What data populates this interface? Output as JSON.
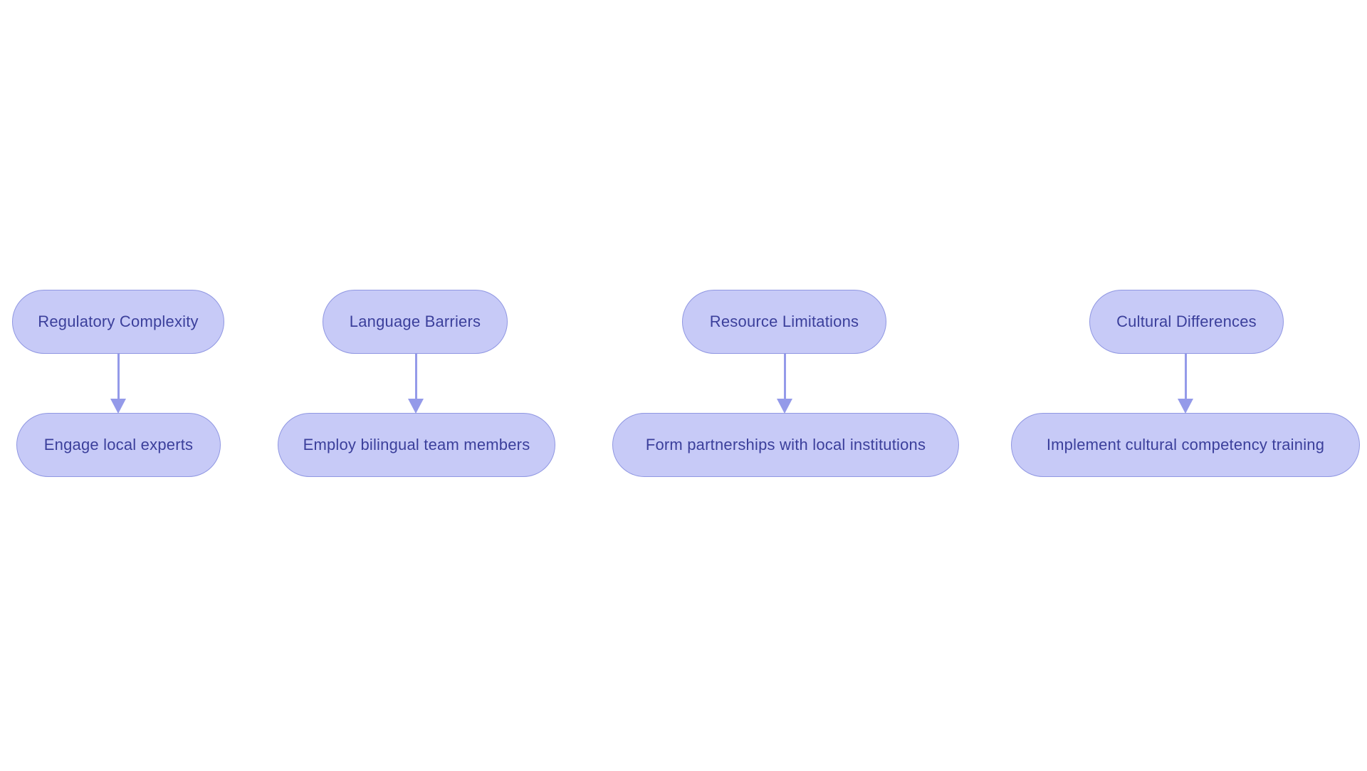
{
  "diagram": {
    "type": "flowchart",
    "direction": "top-down",
    "columns": [
      {
        "challenge": "Regulatory Complexity",
        "solution": "Engage local experts"
      },
      {
        "challenge": "Language Barriers",
        "solution": "Employ bilingual team members"
      },
      {
        "challenge": "Resource Limitations",
        "solution": "Form partnerships with local institutions"
      },
      {
        "challenge": "Cultural Differences",
        "solution": "Implement cultural competency training"
      }
    ],
    "edges": [
      {
        "from": "Regulatory Complexity",
        "to": "Engage local experts"
      },
      {
        "from": "Language Barriers",
        "to": "Employ bilingual team members"
      },
      {
        "from": "Resource Limitations",
        "to": "Form partnerships with local institutions"
      },
      {
        "from": "Cultural Differences",
        "to": "Implement cultural competency training"
      }
    ]
  },
  "theme": {
    "node_fill": "#c7caf7",
    "node_border": "#9097e2",
    "node_text": "#3b3f9b",
    "arrow_color": "#949ae9",
    "background": "#ffffff"
  }
}
